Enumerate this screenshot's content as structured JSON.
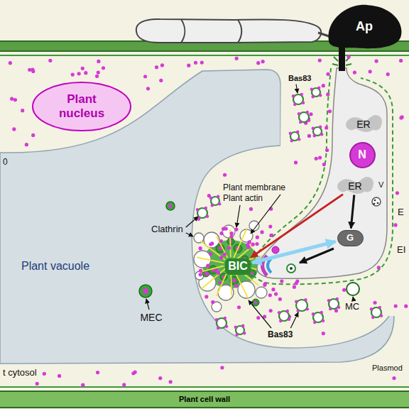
{
  "diagram": {
    "nodes": [
      {
        "text": [
          "Ap"
        ]
      },
      {
        "text": [
          "Plant nucleus"
        ]
      },
      {
        "text": [
          "ER"
        ]
      },
      {
        "text": [
          "N"
        ]
      },
      {
        "text": [
          "ER"
        ]
      },
      {
        "text": [
          "G"
        ]
      },
      {
        "text": [
          "BIC"
        ]
      },
      {
        "text": [
          "Plant vacuole"
        ]
      },
      {
        "text": [
          "Plant cell wall"
        ]
      }
    ],
    "edges": [
      {
        "from": 4,
        "to": 6,
        "arrow": "to"
      },
      {
        "from": 4,
        "to": 5,
        "arrow": "to"
      },
      {
        "from": 5,
        "to": 6,
        "arrow": "both"
      }
    ],
    "labels": [
      "Bas83",
      "0",
      "V",
      "E",
      "EI",
      "Plant membrane",
      "Plant actin",
      "Clathrin",
      "MEC",
      "MC",
      "Bas83",
      "t cytosol",
      "Plasmod"
    ]
  }
}
